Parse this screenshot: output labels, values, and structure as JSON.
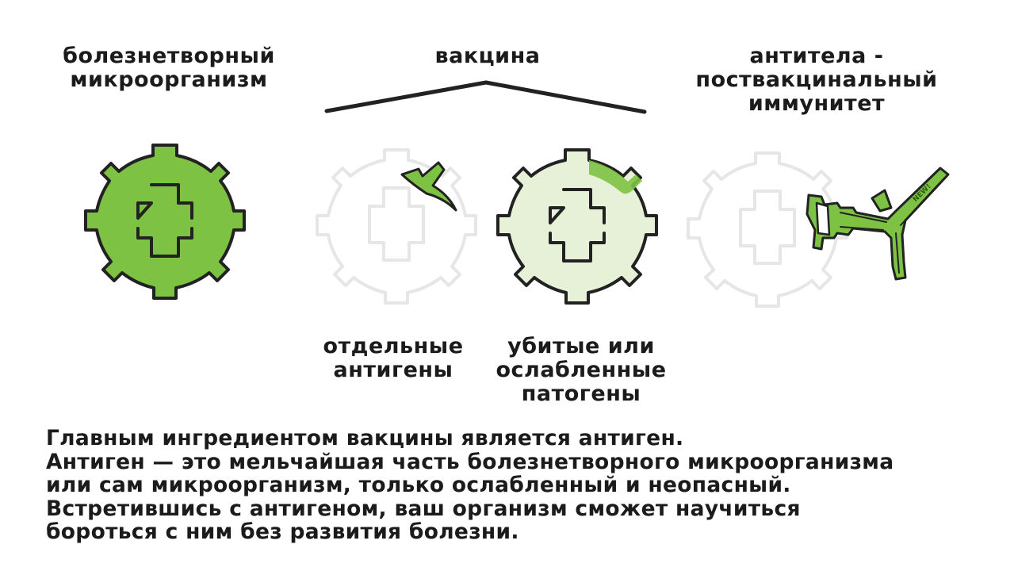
{
  "labels": {
    "pathogen": [
      "болезнетворный",
      "микроорганизм"
    ],
    "vaccine": "вакцина",
    "antibodies": [
      "антитела -",
      "поствакцинальный",
      "иммунитет"
    ],
    "separate_antigens": [
      "отдельные",
      "антигены"
    ],
    "killed_pathogens": [
      "убитые или",
      "ослабленные",
      "патогены"
    ]
  },
  "antibody_tag": "NEW!",
  "caption": [
    "Главным ингредиентом вакцины является антиген.",
    "Антиген — это мельчайшая часть болезнетворного микроорганизма",
    "или сам микроорганизм, только ослабленный и неопасный.",
    "Встретившись с антигеном, ваш организм сможет научиться",
    "бороться с ним без развития болезни."
  ],
  "colors": {
    "pathogen_green": "#7dc242",
    "light_green": "#e6f1d8",
    "outline": "#222222",
    "ghost_outline": "#e6e6e6",
    "bracket": "#222222"
  }
}
